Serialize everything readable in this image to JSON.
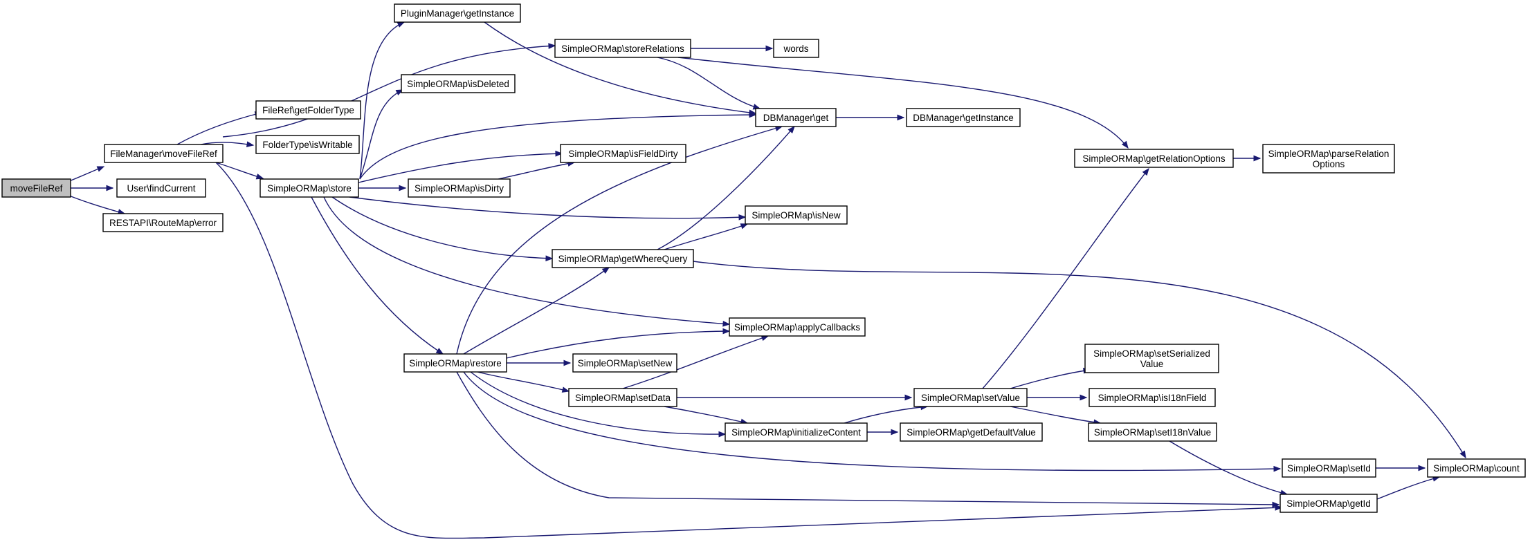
{
  "diagram": {
    "type": "call-graph",
    "nodes": [
      {
        "id": "moveFileRef",
        "lines": [
          "moveFileRef"
        ],
        "root": true
      },
      {
        "id": "fm_moveFileRef",
        "lines": [
          "FileManager\\moveFileRef"
        ]
      },
      {
        "id": "user_findCurrent",
        "lines": [
          "User\\findCurrent"
        ]
      },
      {
        "id": "routemap_error",
        "lines": [
          "RESTAPI\\RouteMap\\error"
        ]
      },
      {
        "id": "fileref_getFolderType",
        "lines": [
          "FileRef\\getFolderType"
        ]
      },
      {
        "id": "foldertype_isWritable",
        "lines": [
          "FolderType\\isWritable"
        ]
      },
      {
        "id": "store",
        "lines": [
          "SimpleORMap\\store"
        ]
      },
      {
        "id": "plugin_getInstance",
        "lines": [
          "PluginManager\\getInstance"
        ]
      },
      {
        "id": "isDeleted",
        "lines": [
          "SimpleORMap\\isDeleted"
        ]
      },
      {
        "id": "storeRelations",
        "lines": [
          "SimpleORMap\\storeRelations"
        ]
      },
      {
        "id": "words",
        "lines": [
          "words"
        ]
      },
      {
        "id": "db_get",
        "lines": [
          "DBManager\\get"
        ]
      },
      {
        "id": "db_getInstance",
        "lines": [
          "DBManager\\getInstance"
        ]
      },
      {
        "id": "isFieldDirty",
        "lines": [
          "SimpleORMap\\isFieldDirty"
        ]
      },
      {
        "id": "isDirty",
        "lines": [
          "SimpleORMap\\isDirty"
        ]
      },
      {
        "id": "isNew",
        "lines": [
          "SimpleORMap\\isNew"
        ]
      },
      {
        "id": "getWhereQuery",
        "lines": [
          "SimpleORMap\\getWhereQuery"
        ]
      },
      {
        "id": "applyCallbacks",
        "lines": [
          "SimpleORMap\\applyCallbacks"
        ]
      },
      {
        "id": "restore",
        "lines": [
          "SimpleORMap\\restore"
        ]
      },
      {
        "id": "setNew",
        "lines": [
          "SimpleORMap\\setNew"
        ]
      },
      {
        "id": "setData",
        "lines": [
          "SimpleORMap\\setData"
        ]
      },
      {
        "id": "initializeContent",
        "lines": [
          "SimpleORMap\\initializeContent"
        ]
      },
      {
        "id": "getDefaultValue",
        "lines": [
          "SimpleORMap\\getDefaultValue"
        ]
      },
      {
        "id": "setValue",
        "lines": [
          "SimpleORMap\\setValue"
        ]
      },
      {
        "id": "getRelationOptions",
        "lines": [
          "SimpleORMap\\getRelationOptions"
        ]
      },
      {
        "id": "parseRelationOptions",
        "lines": [
          "SimpleORMap\\parseRelation",
          "Options"
        ]
      },
      {
        "id": "setSerializedValue",
        "lines": [
          "SimpleORMap\\setSerialized",
          "Value"
        ]
      },
      {
        "id": "isI18nField",
        "lines": [
          "SimpleORMap\\isI18nField"
        ]
      },
      {
        "id": "setI18nValue",
        "lines": [
          "SimpleORMap\\setI18nValue"
        ]
      },
      {
        "id": "setId",
        "lines": [
          "SimpleORMap\\setId"
        ]
      },
      {
        "id": "getId",
        "lines": [
          "SimpleORMap\\getId"
        ]
      },
      {
        "id": "count",
        "lines": [
          "SimpleORMap\\count"
        ]
      }
    ],
    "edges": [
      [
        "moveFileRef",
        "fm_moveFileRef"
      ],
      [
        "moveFileRef",
        "user_findCurrent"
      ],
      [
        "moveFileRef",
        "routemap_error"
      ],
      [
        "fm_moveFileRef",
        "fileref_getFolderType"
      ],
      [
        "fm_moveFileRef",
        "foldertype_isWritable"
      ],
      [
        "fm_moveFileRef",
        "store"
      ],
      [
        "fm_moveFileRef",
        "storeRelations"
      ],
      [
        "fm_moveFileRef",
        "getId"
      ],
      [
        "store",
        "plugin_getInstance"
      ],
      [
        "store",
        "isDeleted"
      ],
      [
        "store",
        "db_get"
      ],
      [
        "store",
        "isFieldDirty"
      ],
      [
        "store",
        "isDirty"
      ],
      [
        "store",
        "isNew"
      ],
      [
        "store",
        "getWhereQuery"
      ],
      [
        "store",
        "applyCallbacks"
      ],
      [
        "store",
        "restore"
      ],
      [
        "plugin_getInstance",
        "db_get"
      ],
      [
        "storeRelations",
        "words"
      ],
      [
        "storeRelations",
        "db_get"
      ],
      [
        "storeRelations",
        "getRelationOptions"
      ],
      [
        "db_get",
        "db_getInstance"
      ],
      [
        "isDirty",
        "isFieldDirty"
      ],
      [
        "getWhereQuery",
        "db_get"
      ],
      [
        "getWhereQuery",
        "isNew"
      ],
      [
        "getWhereQuery",
        "count"
      ],
      [
        "restore",
        "db_get"
      ],
      [
        "restore",
        "getWhereQuery"
      ],
      [
        "restore",
        "applyCallbacks"
      ],
      [
        "restore",
        "setNew"
      ],
      [
        "restore",
        "setData"
      ],
      [
        "restore",
        "initializeContent"
      ],
      [
        "restore",
        "setId"
      ],
      [
        "restore",
        "getId"
      ],
      [
        "setData",
        "applyCallbacks"
      ],
      [
        "setData",
        "setValue"
      ],
      [
        "setData",
        "initializeContent"
      ],
      [
        "initializeContent",
        "getDefaultValue"
      ],
      [
        "initializeContent",
        "setValue"
      ],
      [
        "setValue",
        "getRelationOptions"
      ],
      [
        "setValue",
        "setSerializedValue"
      ],
      [
        "setValue",
        "isI18nField"
      ],
      [
        "setValue",
        "setI18nValue"
      ],
      [
        "setI18nValue",
        "getId"
      ],
      [
        "getRelationOptions",
        "parseRelationOptions"
      ],
      [
        "setId",
        "count"
      ],
      [
        "getId",
        "count"
      ]
    ]
  }
}
